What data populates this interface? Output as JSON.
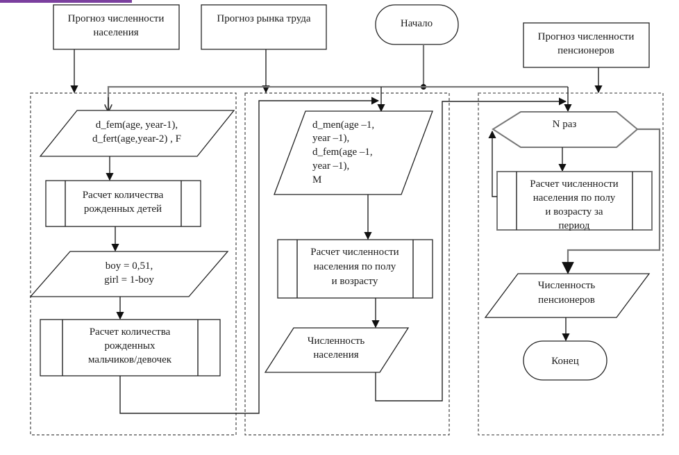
{
  "accent_color": "#7b3f9e",
  "inputs": {
    "population_forecast": [
      "Прогноз численности",
      "населения"
    ],
    "labor_market_forecast": [
      "Прогноз рынка труда"
    ],
    "start": "Начало",
    "pensioners_forecast": [
      "Прогноз численности",
      "пенсионеров"
    ]
  },
  "column1": {
    "input_data": [
      "d_fem(age, year-1),",
      "d_fert(age,year-2) , F"
    ],
    "calc_births": [
      "Расчет количества",
      "рожденных детей"
    ],
    "ratio": [
      "boy = 0,51,",
      "girl = 1-boy"
    ],
    "calc_boys_girls": [
      "Расчет количества",
      "рожденных",
      "мальчиков/девочек"
    ]
  },
  "column2": {
    "input_data": [
      "d_men(age –1,",
      "year –1),",
      "d_fem(age –1,",
      "year –1),",
      "M"
    ],
    "calc_population": [
      "Расчет численности",
      "населения по полу",
      "и возрасту"
    ],
    "output": [
      "Численность",
      "населения"
    ]
  },
  "column3": {
    "loop": "N раз",
    "calc_period": [
      "Расчет численности",
      "населения по полу",
      "и возрасту за",
      "период"
    ],
    "output": [
      "Численность",
      "пенсионеров"
    ],
    "end": "Конец"
  }
}
